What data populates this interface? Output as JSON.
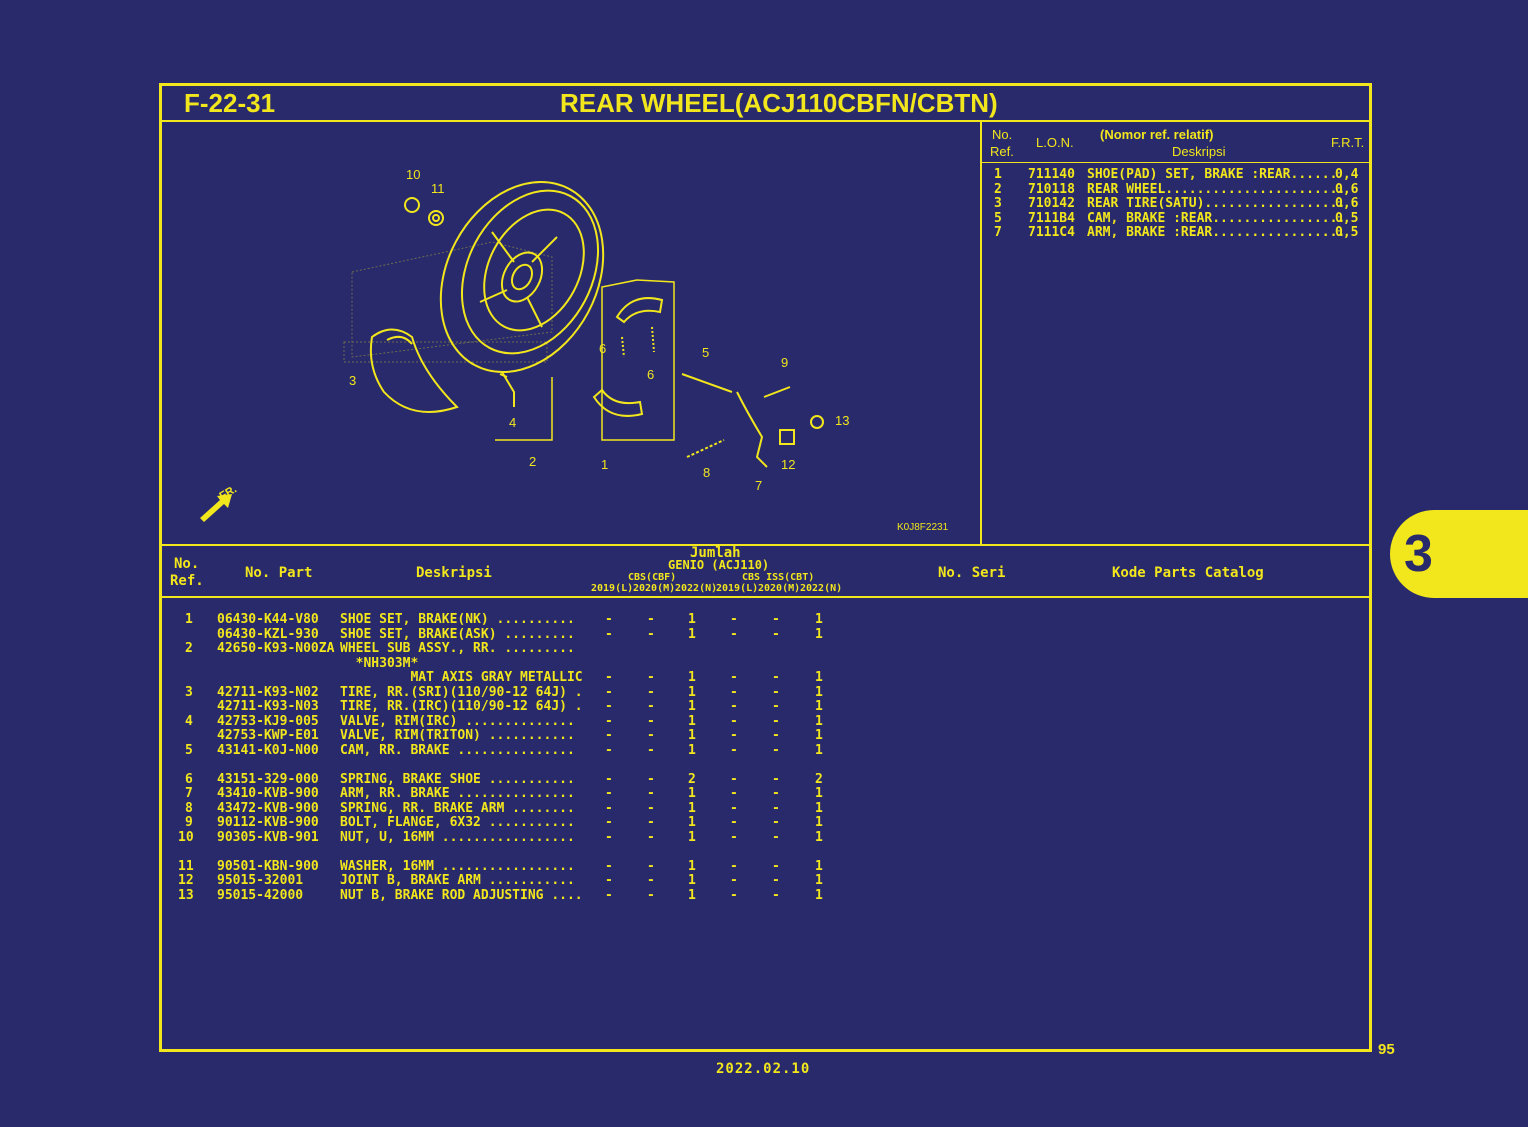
{
  "header": {
    "code": "F-22-31",
    "title": "REAR WHEEL(ACJ110CBFN/CBTN)"
  },
  "diagram": {
    "code": "K0J8F2231",
    "fr_label": "FR.",
    "callouts": [
      "10",
      "11",
      "3",
      "2",
      "4",
      "1",
      "6",
      "6",
      "5",
      "9",
      "13",
      "12",
      "8",
      "7"
    ]
  },
  "labor": {
    "headers": {
      "no": "No.",
      "ref": "Ref.",
      "lon": "L.O.N.",
      "nomor_ref": "(Nomor ref. relatif)",
      "deskripsi": "Deskripsi",
      "frt": "F.R.T."
    },
    "rows": [
      {
        "ref": "1",
        "lon": "711140",
        "desc": "SHOE(PAD) SET, BRAKE :REAR......",
        "frt": "0,4"
      },
      {
        "ref": "2",
        "lon": "710118",
        "desc": "REAR WHEEL.......................",
        "frt": "0,6"
      },
      {
        "ref": "3",
        "lon": "710142",
        "desc": "REAR TIRE(SATU)..................",
        "frt": "0,6"
      },
      {
        "ref": "5",
        "lon": "7111B4",
        "desc": "CAM, BRAKE :REAR.................",
        "frt": "0,5"
      },
      {
        "ref": "7",
        "lon": "7111C4",
        "desc": "ARM, BRAKE :REAR.................",
        "frt": "0,5"
      }
    ]
  },
  "parts_header": {
    "no": "No.",
    "ref": "Ref.",
    "part": "No. Part",
    "desc": "Deskripsi",
    "jumlah": "Jumlah",
    "model": "GENIO (ACJ110)",
    "cbs": "CBS(CBF)",
    "cbs_iss": "CBS ISS(CBT)",
    "years": [
      "2019(L)",
      "2020(M)",
      "2022(N)",
      "2019(L)",
      "2020(M)",
      "2022(N)"
    ],
    "seri": "No. Seri",
    "catalog": "Kode Parts Catalog"
  },
  "parts": [
    {
      "ref": "1",
      "part": "06430-K44-V80",
      "desc": "SHOE SET, BRAKE(NK) ..........",
      "q": [
        "-",
        "-",
        "1",
        "-",
        "-",
        "1"
      ]
    },
    {
      "ref": "",
      "part": "06430-KZL-930",
      "desc": "SHOE SET, BRAKE(ASK) .........",
      "q": [
        "-",
        "-",
        "1",
        "-",
        "-",
        "1"
      ]
    },
    {
      "ref": "2",
      "part": "42650-K93-N00ZA",
      "desc": "WHEEL SUB ASSY., RR. .........",
      "q": [
        "",
        "",
        "",
        "",
        "",
        ""
      ]
    },
    {
      "ref": "",
      "part": "",
      "desc": "  *NH303M*",
      "q": [
        "",
        "",
        "",
        "",
        "",
        ""
      ]
    },
    {
      "ref": "",
      "part": "",
      "desc": "         MAT AXIS GRAY METALLIC",
      "q": [
        "-",
        "-",
        "1",
        "-",
        "-",
        "1"
      ]
    },
    {
      "ref": "3",
      "part": "42711-K93-N02",
      "desc": "TIRE, RR.(SRI)(110/90-12 64J) .",
      "q": [
        "-",
        "-",
        "1",
        "-",
        "-",
        "1"
      ]
    },
    {
      "ref": "",
      "part": "42711-K93-N03",
      "desc": "TIRE, RR.(IRC)(110/90-12 64J) .",
      "q": [
        "-",
        "-",
        "1",
        "-",
        "-",
        "1"
      ]
    },
    {
      "ref": "4",
      "part": "42753-KJ9-005",
      "desc": "VALVE, RIM(IRC) ..............",
      "q": [
        "-",
        "-",
        "1",
        "-",
        "-",
        "1"
      ]
    },
    {
      "ref": "",
      "part": "42753-KWP-E01",
      "desc": "VALVE, RIM(TRITON) ...........",
      "q": [
        "-",
        "-",
        "1",
        "-",
        "-",
        "1"
      ]
    },
    {
      "ref": "5",
      "part": "43141-K0J-N00",
      "desc": "CAM, RR. BRAKE ...............",
      "q": [
        "-",
        "-",
        "1",
        "-",
        "-",
        "1"
      ]
    },
    {
      "ref": "",
      "part": "",
      "desc": "",
      "q": [
        "",
        "",
        "",
        "",
        "",
        ""
      ]
    },
    {
      "ref": "6",
      "part": "43151-329-000",
      "desc": "SPRING, BRAKE SHOE ...........",
      "q": [
        "-",
        "-",
        "2",
        "-",
        "-",
        "2"
      ]
    },
    {
      "ref": "7",
      "part": "43410-KVB-900",
      "desc": "ARM, RR. BRAKE ...............",
      "q": [
        "-",
        "-",
        "1",
        "-",
        "-",
        "1"
      ]
    },
    {
      "ref": "8",
      "part": "43472-KVB-900",
      "desc": "SPRING, RR. BRAKE ARM ........",
      "q": [
        "-",
        "-",
        "1",
        "-",
        "-",
        "1"
      ]
    },
    {
      "ref": "9",
      "part": "90112-KVB-900",
      "desc": "BOLT, FLANGE, 6X32 ...........",
      "q": [
        "-",
        "-",
        "1",
        "-",
        "-",
        "1"
      ]
    },
    {
      "ref": "10",
      "part": "90305-KVB-901",
      "desc": "NUT, U, 16MM .................",
      "q": [
        "-",
        "-",
        "1",
        "-",
        "-",
        "1"
      ]
    },
    {
      "ref": "",
      "part": "",
      "desc": "",
      "q": [
        "",
        "",
        "",
        "",
        "",
        ""
      ]
    },
    {
      "ref": "11",
      "part": "90501-KBN-900",
      "desc": "WASHER, 16MM .................",
      "q": [
        "-",
        "-",
        "1",
        "-",
        "-",
        "1"
      ]
    },
    {
      "ref": "12",
      "part": "95015-32001",
      "desc": "JOINT B, BRAKE ARM ...........",
      "q": [
        "-",
        "-",
        "1",
        "-",
        "-",
        "1"
      ]
    },
    {
      "ref": "13",
      "part": "95015-42000",
      "desc": "NUT B, BRAKE ROD ADJUSTING ....",
      "q": [
        "-",
        "-",
        "1",
        "-",
        "-",
        "1"
      ]
    }
  ],
  "section_tab": "3",
  "page_number": "95",
  "date": "2022.02.10",
  "colors": {
    "background": "#282a6b",
    "foreground": "#f2e61c"
  }
}
